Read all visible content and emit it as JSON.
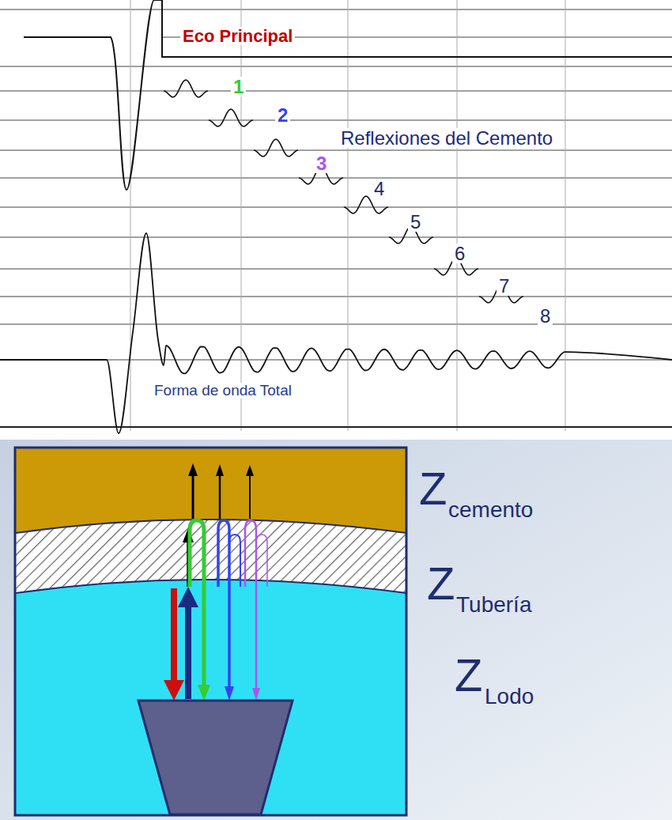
{
  "diagram": {
    "labels": [
      "Eco Principal",
      "1",
      "2",
      "3",
      "4",
      "5",
      "6",
      "7",
      "8",
      "Reflexiones del Cemento",
      "Forma de onda Total",
      "Z",
      "cemento",
      "Z",
      "Tubería",
      "Z",
      "Lodo"
    ]
  }
}
